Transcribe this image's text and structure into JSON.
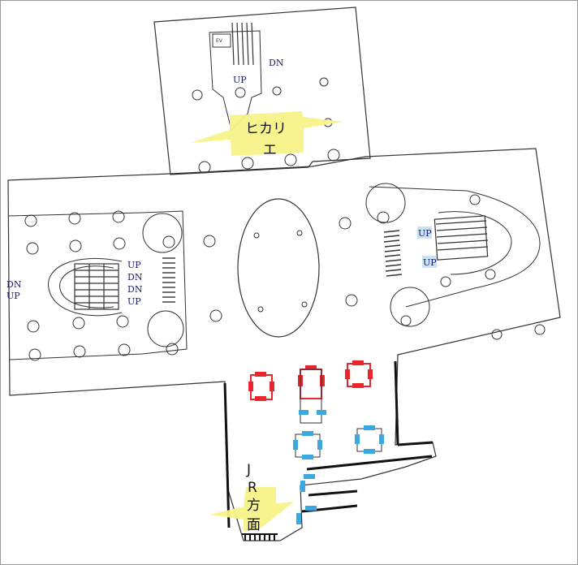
{
  "map": {
    "labels": {
      "north_up": "UP",
      "north_dn": "DN",
      "ev": "EV",
      "west_dn": "DN",
      "west_up": "UP",
      "center_left_up_1": "UP",
      "center_left_dn_1": "DN",
      "center_left_dn_2": "DN",
      "center_left_up_2": "UP",
      "east_up_1": "UP",
      "east_up_2": "UP"
    },
    "arrows": {
      "hikarie_line1": "ヒカリ",
      "hikarie_line2": "エ",
      "jr_1": "J",
      "jr_2": "R",
      "jr_3": "方",
      "jr_4": "面"
    },
    "colors": {
      "outline": "#333333",
      "arrow_yellow": "#f7f38a",
      "seat_red": "#e8262b",
      "seat_blue": "#3aa9e0",
      "up_badge": "#c9e3f3",
      "text_blue": "#1a1a6e"
    }
  }
}
